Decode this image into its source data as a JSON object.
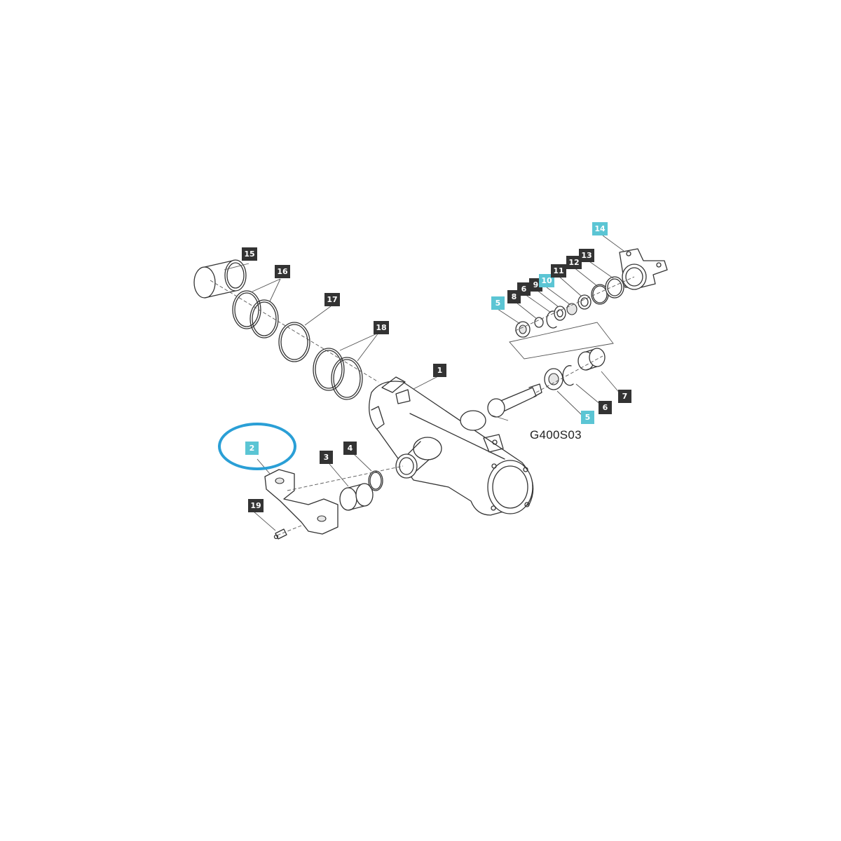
{
  "diagram": {
    "drawing_code": "G400S03",
    "accent_color": "#5bc5d4",
    "highlight_ring_color": "#2a9fd6",
    "callouts": [
      {
        "label": "1",
        "highlighted": false
      },
      {
        "label": "2",
        "highlighted": true
      },
      {
        "label": "3",
        "highlighted": false
      },
      {
        "label": "4",
        "highlighted": false
      },
      {
        "label": "5",
        "highlighted": true
      },
      {
        "label": "5",
        "highlighted": true
      },
      {
        "label": "6",
        "highlighted": false
      },
      {
        "label": "6",
        "highlighted": false
      },
      {
        "label": "7",
        "highlighted": false
      },
      {
        "label": "8",
        "highlighted": false
      },
      {
        "label": "9",
        "highlighted": false
      },
      {
        "label": "10",
        "highlighted": true
      },
      {
        "label": "11",
        "highlighted": false
      },
      {
        "label": "12",
        "highlighted": false
      },
      {
        "label": "13",
        "highlighted": false
      },
      {
        "label": "14",
        "highlighted": true
      },
      {
        "label": "15",
        "highlighted": false
      },
      {
        "label": "16",
        "highlighted": false
      },
      {
        "label": "17",
        "highlighted": false
      },
      {
        "label": "18",
        "highlighted": false
      },
      {
        "label": "19",
        "highlighted": false
      }
    ]
  }
}
